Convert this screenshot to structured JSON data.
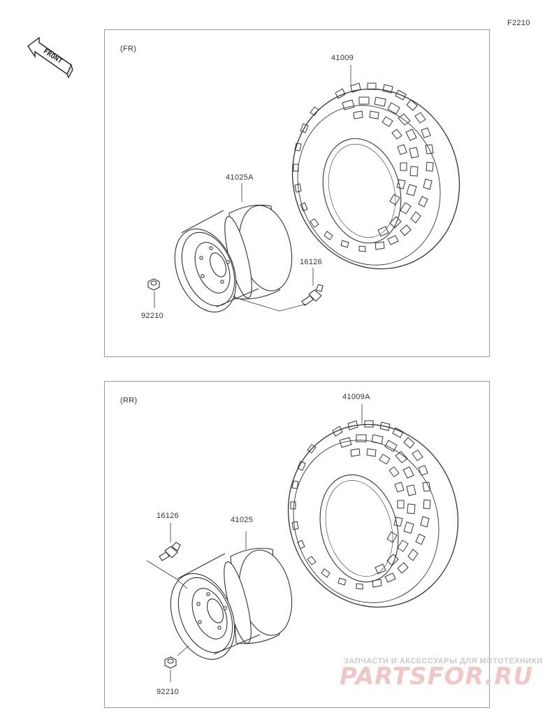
{
  "figure_code": "F2210",
  "front_label": "FRONT",
  "panels": [
    {
      "section_label": "(FR)",
      "parts": {
        "tire": "41009",
        "wheel": "41025A",
        "valve": "16126",
        "nut": "92210"
      }
    },
    {
      "section_label": "(RR)",
      "parts": {
        "tire": "41009A",
        "wheel": "41025",
        "valve": "16126",
        "nut": "92210"
      }
    }
  ],
  "watermark": {
    "caption": "ЗАПЧАСТИ И АКСЕССУАРЫ ДЛЯ МОТОТЕХНИКИ",
    "brand": "PARTSFOR.RU",
    "color": "#e8a0a0"
  }
}
